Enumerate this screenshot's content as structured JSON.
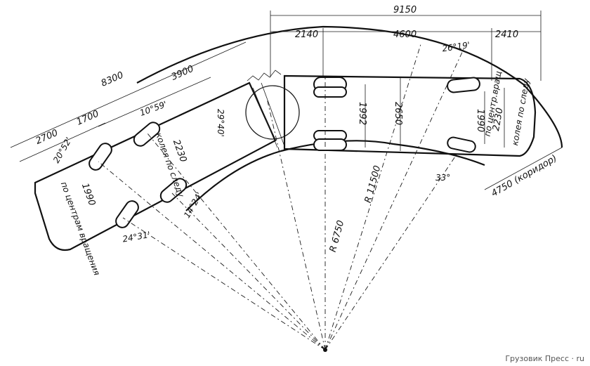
{
  "dimensions": {
    "total_length_rear": "9150",
    "rear_front_overhang": "2140",
    "rear_wheelbase": "4600",
    "rear_overhang": "2410",
    "front_total": "8300",
    "front_mid": "3900",
    "front_part_a": "1700",
    "front_part_b": "2700",
    "front_track_center": "1990",
    "front_track_trail": "2230",
    "rear_track_center": "1990",
    "rear_track_trail": "2230",
    "rear_axle_spacing": "1992",
    "rear_width": "2650",
    "inner_radius": "R 6750",
    "outer_radius": "R 11500",
    "corridor": "4750 (коридор)"
  },
  "angles": {
    "a_20_52": "20°52'",
    "a_10_59": "10°59'",
    "a_29_40": "29°40'",
    "a_26_19": "26°19'",
    "a_14_24": "14°24'",
    "a_24_31": "24°31'",
    "a_33": "33°"
  },
  "labels": {
    "front_track_center": "по центрам вращения",
    "front_track_trail": "колея по следу",
    "rear_track_center": "по центр.вращ",
    "rear_track_trail": "колея по следу"
  },
  "watermark": "Грузовик Пресс · ru"
}
